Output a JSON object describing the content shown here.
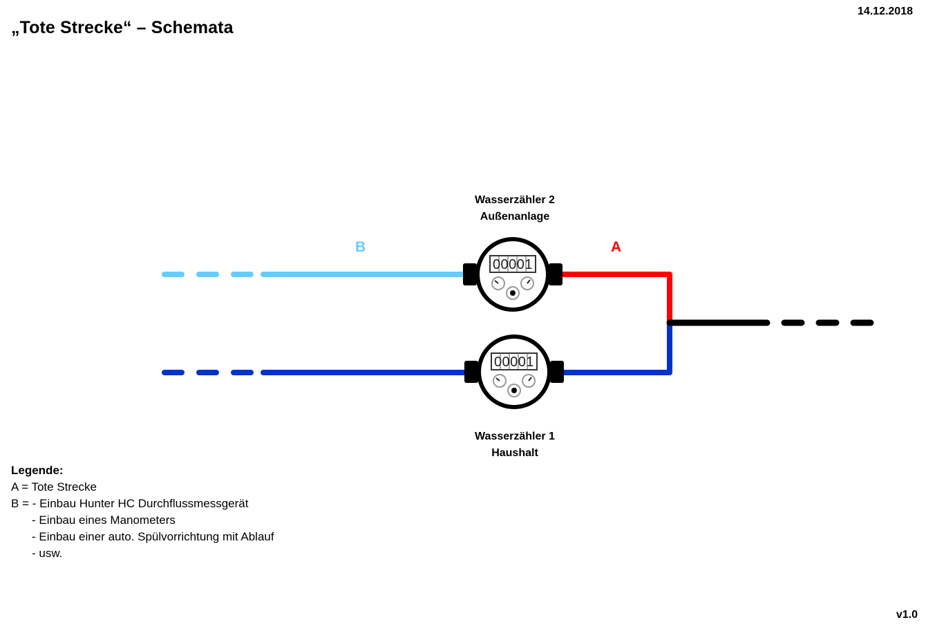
{
  "header": {
    "title": "„Tote Strecke“ – Schemata",
    "date": "14.12.2018"
  },
  "footer": {
    "version": "v1.0"
  },
  "meters": [
    {
      "id": "meter-2",
      "name": "Wasserzähler 2",
      "location": "Außenanlage",
      "reading": "00001"
    },
    {
      "id": "meter-1",
      "name": "Wasserzähler 1",
      "location": "Haushalt",
      "reading": "00001"
    }
  ],
  "segments": {
    "A": {
      "label": "A",
      "color": "#ff0000"
    },
    "B": {
      "label": "B",
      "color": "#66ccff"
    }
  },
  "pipe_colors": {
    "outdoor": "#66ccff",
    "household": "#0033cc",
    "dead_leg": "#ff0000",
    "main": "#000000"
  },
  "legend": {
    "heading": "Legende:",
    "lines": [
      "A = Tote Strecke",
      "B = - Einbau Hunter HC Durchflussmessgerät",
      "- Einbau eines Manometers",
      "- Einbau einer auto. Spülvorrichtung mit Ablauf",
      "- usw."
    ]
  }
}
